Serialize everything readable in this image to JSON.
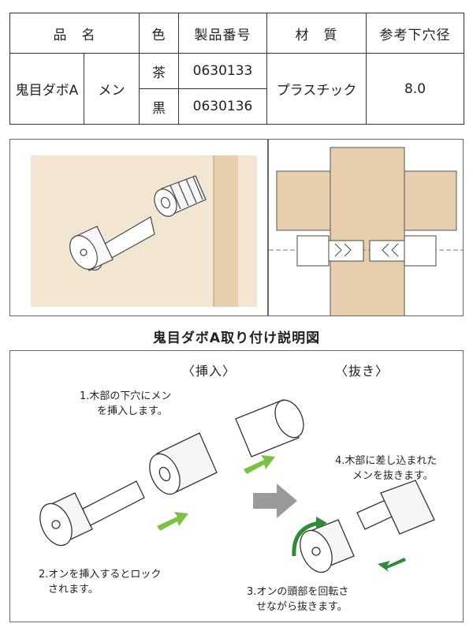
{
  "table": {
    "headers": {
      "name": "品　名",
      "color": "色",
      "product_no": "製品番号",
      "material": "材　質",
      "hole": "参考下穴径"
    },
    "product": "鬼目ダボA",
    "part": "メン",
    "rows": [
      {
        "color": "茶",
        "product_no": "0630133"
      },
      {
        "color": "黒",
        "product_no": "0630136"
      }
    ],
    "material": "プラスチック",
    "hole": "8.0"
  },
  "diagram": {
    "title": "鬼目ダボA取り付け説明図",
    "section_insert": "〈挿入〉",
    "section_remove": "〈抜き〉",
    "step1": [
      "1.木部の下穴にメン",
      "を挿入します。"
    ],
    "step2": [
      "2.オンを挿入するとロック",
      "されます。"
    ],
    "step3": [
      "3.オンの頭部を回転さ",
      "せながら抜きます。"
    ],
    "step4": [
      "4.木部に差し込まれた",
      "メンを抜きます。"
    ]
  },
  "colors": {
    "wood_light": "#f2e6d2",
    "wood": "#e7cfae",
    "wood_dark": "#d4b48c",
    "arrow_green": "#7cc242",
    "arrow_gray": "#9a9a9a",
    "arrow_dark_green": "#2f8a3c"
  },
  "icons": [
    "insert-arrow-icon",
    "direction-arrow-icon",
    "rotate-arrow-icon",
    "pull-arrow-icon"
  ]
}
